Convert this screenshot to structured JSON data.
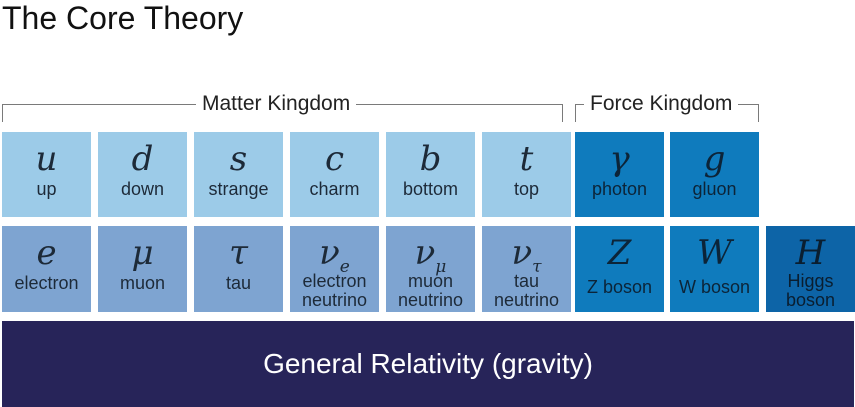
{
  "title": "The Core Theory",
  "matter_label": "Matter Kingdom",
  "force_label": "Force Kingdom",
  "row1": [
    {
      "symbol": "u",
      "name": "up"
    },
    {
      "symbol": "d",
      "name": "down"
    },
    {
      "symbol": "s",
      "name": "strange"
    },
    {
      "symbol": "c",
      "name": "charm"
    },
    {
      "symbol": "b",
      "name": "bottom"
    },
    {
      "symbol": "t",
      "name": "top"
    },
    {
      "symbol": "γ",
      "name": "photon"
    },
    {
      "symbol": "g",
      "name": "gluon"
    }
  ],
  "row2": [
    {
      "symbol": "e",
      "name": "electron"
    },
    {
      "symbol": "μ",
      "name": "muon"
    },
    {
      "symbol": "τ",
      "name": "tau"
    },
    {
      "symbol": "ν",
      "sub": "e",
      "name1": "electron",
      "name2": "neutrino"
    },
    {
      "symbol": "ν",
      "sub": "μ",
      "name1": "muon",
      "name2": "neutrino"
    },
    {
      "symbol": "ν",
      "sub": "τ",
      "name1": "tau",
      "name2": "neutrino"
    },
    {
      "symbol": "Z",
      "name": "Z boson"
    },
    {
      "symbol": "W",
      "name": "W boson"
    },
    {
      "symbol": "H",
      "name1": "Higgs",
      "name2": "boson"
    }
  ],
  "gravity": "General Relativity (gravity)",
  "colors": {
    "matter_row1": "#9ccbe8",
    "matter_row2": "#7ea4d1",
    "force": "#0f7bbd",
    "higgs": "#0d64a7",
    "gravity": "#272459"
  }
}
